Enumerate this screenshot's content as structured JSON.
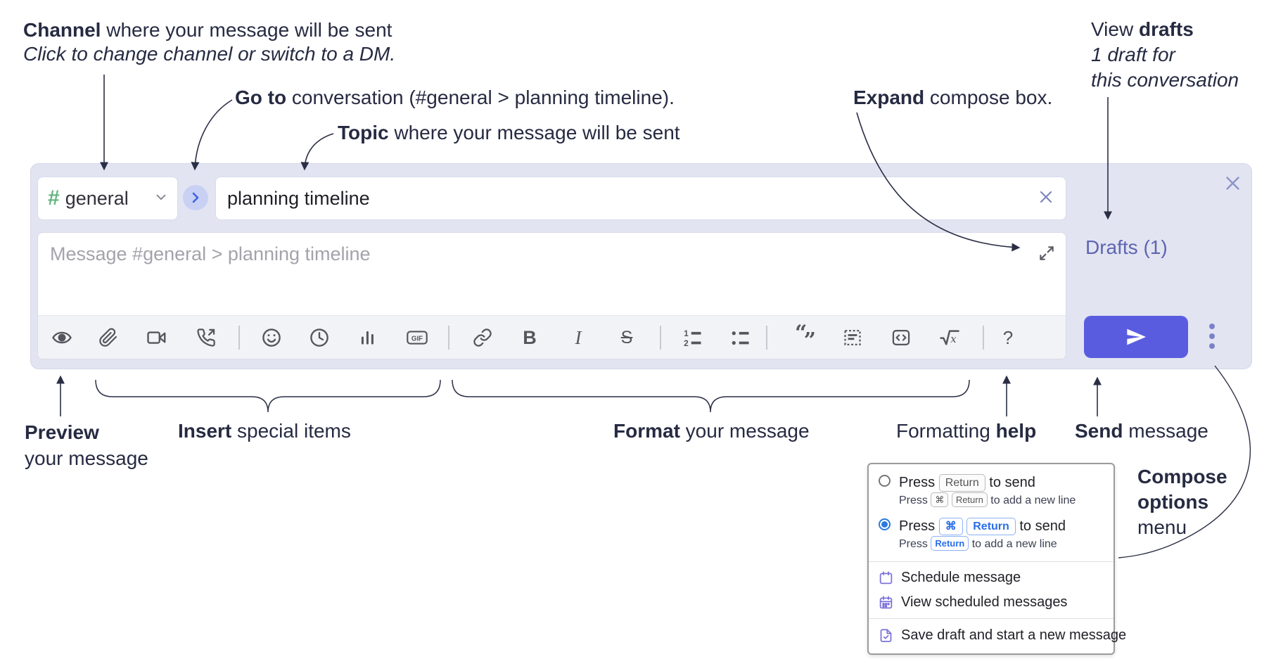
{
  "annotations": {
    "channel": {
      "bold": "Channel",
      "rest": " where your message will be sent",
      "sub": "Click to change channel or switch to a DM."
    },
    "goto": {
      "bold": "Go to",
      "rest": " conversation (#general > planning timeline)."
    },
    "topic": {
      "bold": "Topic",
      "rest": " where your message will be sent"
    },
    "expand": {
      "bold": "Expand",
      "rest": " compose box."
    },
    "view_drafts": {
      "pre": "View ",
      "bold": "drafts",
      "line2": "1 draft for",
      "line3": "this conversation"
    },
    "preview": {
      "bold": "Preview",
      "line2": "your message"
    },
    "insert": {
      "bold": "Insert",
      "rest": " special items"
    },
    "format": {
      "bold": "Format",
      "rest": " your message"
    },
    "formatting_help": {
      "pre": "Formatting ",
      "bold": "help"
    },
    "send": {
      "bold": "Send",
      "rest": " message"
    },
    "compose_options": {
      "line1": "Compose",
      "line2": "options",
      "line3": "menu"
    }
  },
  "compose_box": {
    "channel_hash": "#",
    "channel_name": "general",
    "topic_value": "planning timeline",
    "message_placeholder": "Message #general > planning timeline",
    "drafts_link": "Drafts (1)",
    "toolbar": {
      "gif_label": "GIF",
      "bold_label": "B",
      "italic_label": "I",
      "strike_label": "S",
      "quote_open": "“",
      "quote_close": "”",
      "math_x": "x",
      "help_label": "?",
      "icons": [
        "preview-eye",
        "attach-paperclip",
        "video-call",
        "voice-call",
        "emoji-smiley",
        "schedule-clock",
        "poll-bar-chart",
        "gif",
        "link",
        "bold",
        "italic",
        "strikethrough",
        "numbered-list",
        "bulleted-list",
        "quote",
        "spoiler",
        "code",
        "math",
        "help"
      ]
    }
  },
  "popup_menu": {
    "option1": {
      "main_pre": "Press",
      "main_key": "Return",
      "main_post": "to send",
      "sub_pre": "Press",
      "sub_key1": "⌘",
      "sub_key2": "Return",
      "sub_post": "to add a new line"
    },
    "option2": {
      "main_pre": "Press",
      "main_key1": "⌘",
      "main_key2": "Return",
      "main_post": "to send",
      "sub_pre": "Press",
      "sub_key": "Return",
      "sub_post": "to add a new line"
    },
    "items": [
      "Schedule message",
      "View scheduled messages",
      "Save draft and start a new message"
    ]
  },
  "colors": {
    "accent_send": "#5a5ce0",
    "container_lavender": "#e2e4f1",
    "drafts_link": "#5e65b2",
    "channel_hash_green": "#63b57d",
    "goto_chevron_blue": "#3f62e2",
    "radio_selected_blue": "#2b79e0",
    "kbd_blue": "#2b6eea",
    "menu_icon_purple": "#7b72d9",
    "annotation_text": "#262b42"
  }
}
